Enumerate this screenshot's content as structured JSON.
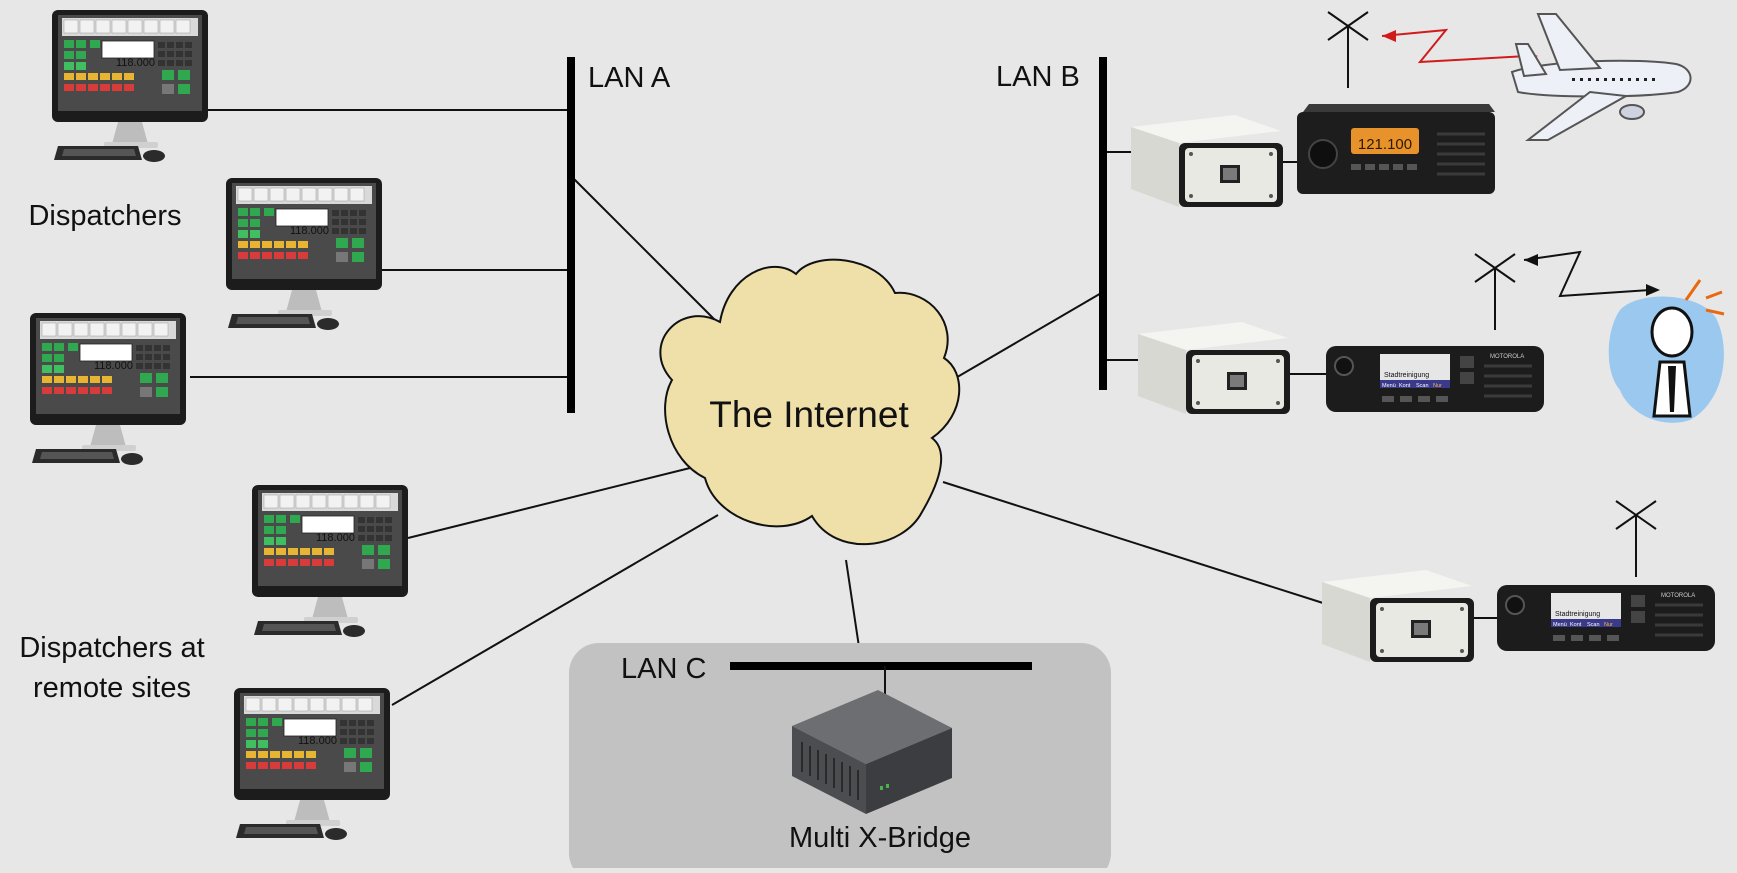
{
  "labels": {
    "lan_a": "LAN A",
    "lan_b": "LAN B",
    "lan_c": "LAN C",
    "internet": "The Internet",
    "dispatchers": "Dispatchers",
    "remote_line1": "Dispatchers at",
    "remote_line2": "remote sites",
    "bridge": "Multi X-Bridge"
  },
  "screens": {
    "frequency": "118.000"
  },
  "radios": {
    "icom_freq": "121.100",
    "motorola_brand": "MOTOROLA",
    "motorola_line1": "Stadtreinigung",
    "motorola_menu": [
      "Menü",
      "Kont",
      "Scan",
      "Nur"
    ]
  },
  "colors": {
    "background": "#e7e7e7",
    "cloud_fill": "#efe0aa",
    "lan_c_panel": "#c2c2c2",
    "signal_red": "#d11b1b",
    "line": "#111111"
  },
  "icons": [
    "computer-monitor-icon",
    "keyboard-icon",
    "mouse-icon",
    "gateway-box-icon",
    "antenna-icon",
    "icom-radio-icon",
    "motorola-radio-icon",
    "airplane-icon",
    "person-handheld-radio-icon",
    "server-box-icon"
  ]
}
